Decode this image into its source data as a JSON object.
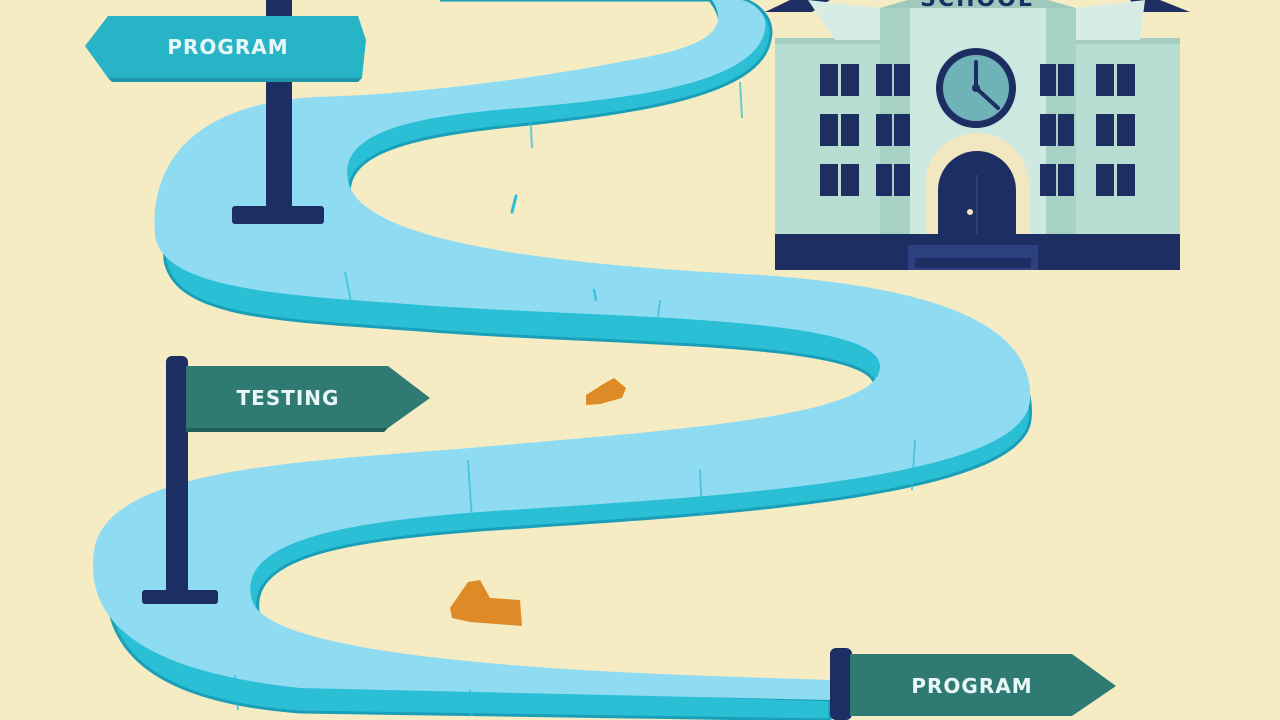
{
  "signs": {
    "top_left": {
      "label": "PROGRAM"
    },
    "middle_left": {
      "label": "TESTING"
    },
    "bottom_right": {
      "label": "PROGRAM"
    }
  },
  "building": {
    "label": "SCHOOL"
  },
  "colors": {
    "background": "#f6ecc4",
    "path_top": "#8fdcf2",
    "path_side": "#2bbfd6",
    "sign_teal_light": "#27b4c7",
    "sign_teal_dark": "#2f7b73",
    "post_navy": "#1d2e63",
    "building_mint": "#b8ddd2",
    "accent_orange": "#de8a26"
  }
}
